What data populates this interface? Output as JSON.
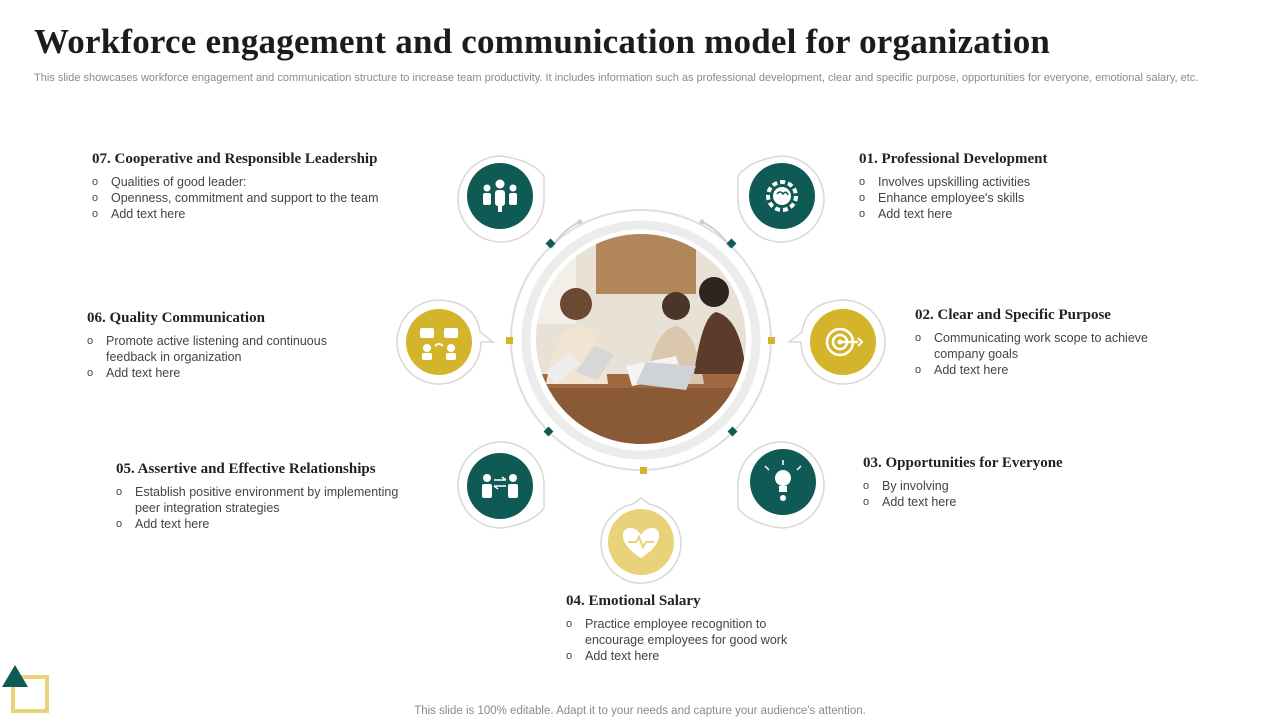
{
  "title": "Workforce engagement and communication model for organization",
  "subtitle": "This slide showcases workforce engagement and communication structure to increase team productivity. It includes information such as professional development, clear and specific purpose, opportunities for everyone, emotional salary, etc.",
  "footer": "This slide is 100% editable. Adapt it to your needs and capture your audience's attention.",
  "colors": {
    "teal": "#0f5a55",
    "gold": "#d4b42a",
    "light_gold": "#e8d37a",
    "ring": "#dcdcdc"
  },
  "items": [
    {
      "heading": "01. Professional Development",
      "icon": "brain-gear-icon",
      "bullets": [
        "Involves  upskilling activities",
        "Enhance employee's skills",
        "Add text here"
      ]
    },
    {
      "heading": "02. Clear and Specific Purpose",
      "icon": "target-arrow-icon",
      "bullets": [
        "Communicating work scope to achieve company goals",
        "Add text here"
      ]
    },
    {
      "heading": "03. Opportunities  for Everyone",
      "icon": "lightbulb-person-icon",
      "bullets": [
        "By involving",
        "Add text here"
      ]
    },
    {
      "heading": "04. Emotional  Salary",
      "icon": "heart-pulse-icon",
      "bullets": [
        "Practice employee recognition to encourage  employees for good work",
        "Add text here"
      ]
    },
    {
      "heading": "05. Assertive and Effective Relationships",
      "icon": "people-exchange-icon",
      "bullets": [
        "Establish positive environment  by implementing peer integration  strategies",
        "Add text here"
      ]
    },
    {
      "heading": "06. Quality  Communication",
      "icon": "chat-people-icon",
      "bullets": [
        "Promote active listening and continuous feedback in organization",
        "Add text here"
      ]
    },
    {
      "heading": "07. Cooperative and Responsible Leadership",
      "icon": "team-leader-icon",
      "bullets": [
        "Qualities of good leader:",
        "Openness,  commitment and support to the team",
        " Add text here"
      ]
    }
  ]
}
